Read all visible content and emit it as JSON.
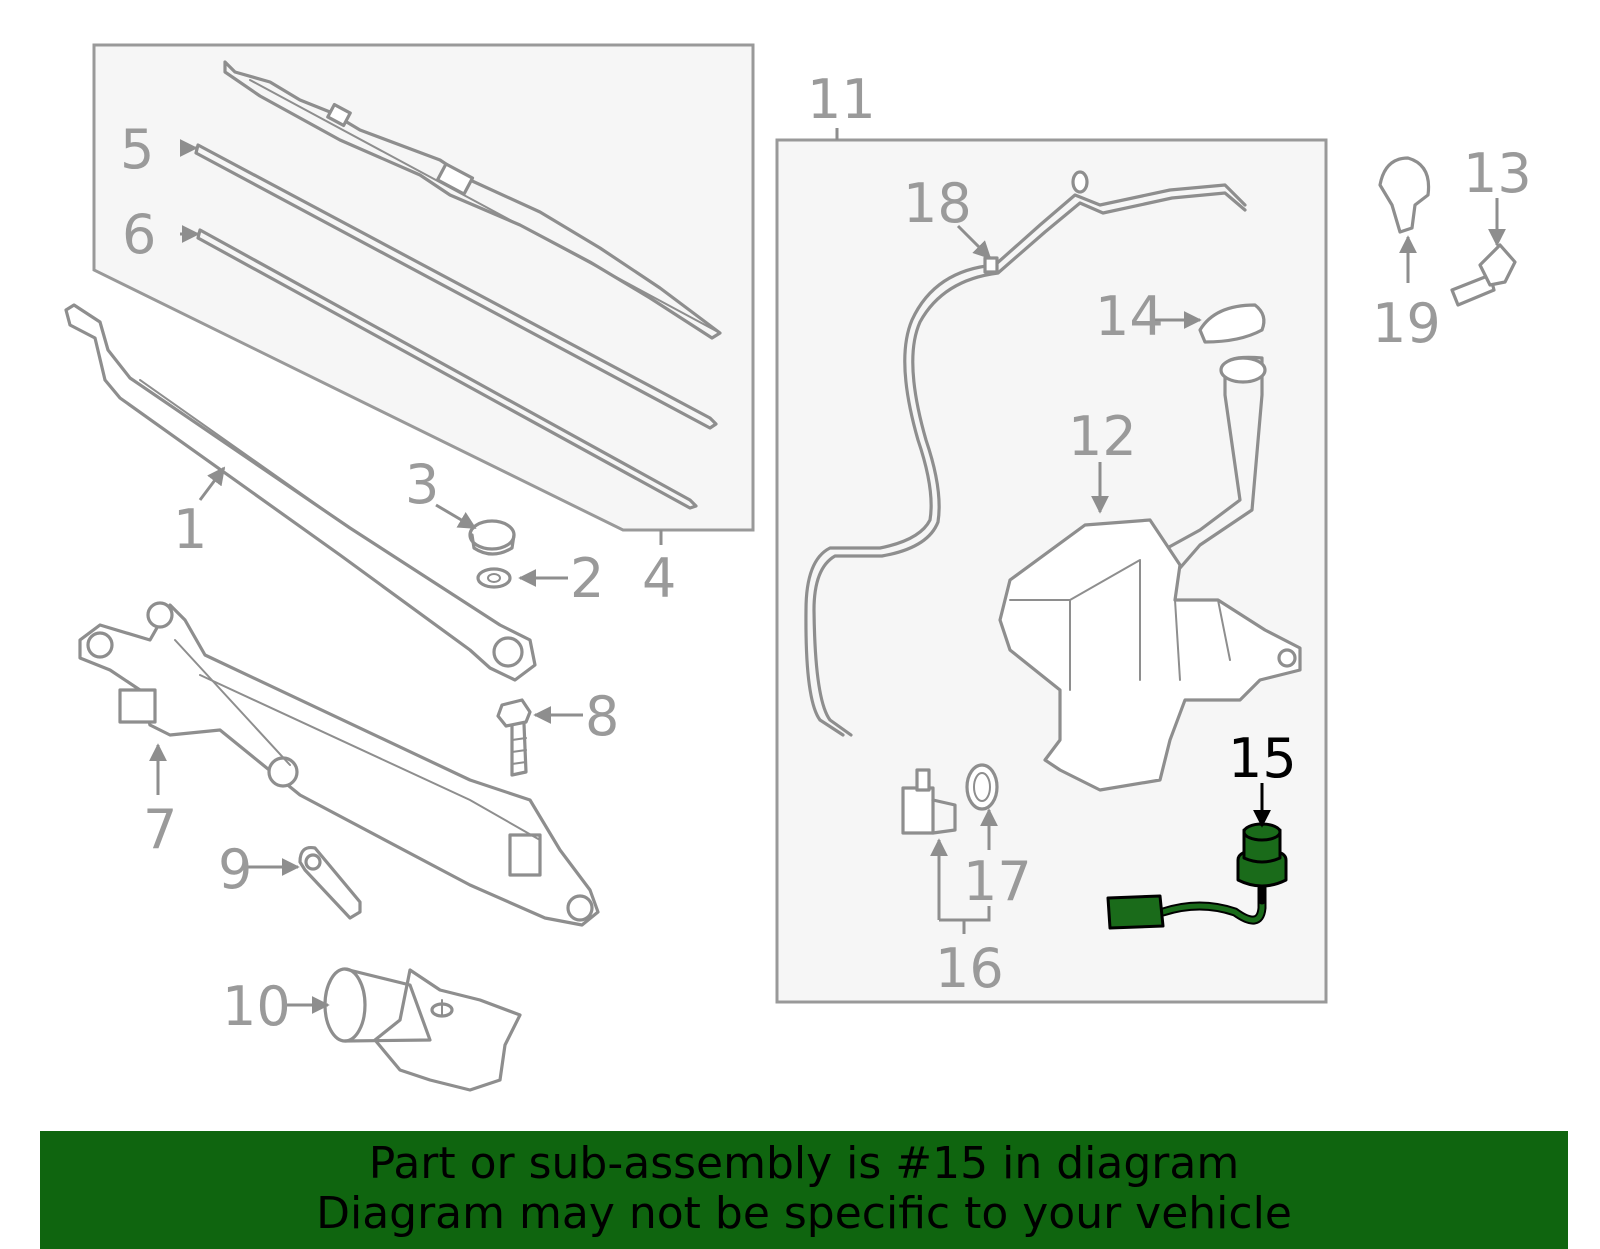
{
  "callouts": {
    "c1": "1",
    "c2": "2",
    "c3": "3",
    "c4": "4",
    "c5": "5",
    "c6": "6",
    "c7": "7",
    "c8": "8",
    "c9": "9",
    "c10": "10",
    "c11": "11",
    "c12": "12",
    "c13": "13",
    "c14": "14",
    "c15": "15",
    "c16": "16",
    "c17": "17",
    "c18": "18",
    "c19": "19"
  },
  "highlighted_part": "15",
  "colors": {
    "highlight": "#1a6b1a",
    "banner": "#0f650f",
    "callout": "#9a9a9a"
  },
  "banner": {
    "line1": "Part or sub-assembly is #15 in diagram",
    "line2": "Diagram may not be specific to your vehicle"
  }
}
